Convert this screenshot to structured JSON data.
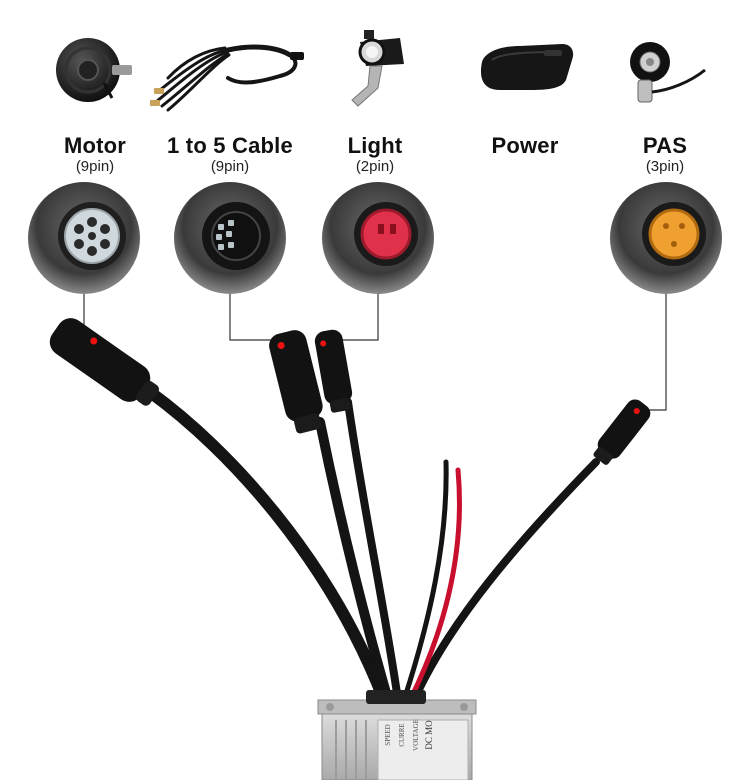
{
  "components": [
    {
      "id": "motor",
      "name": "Motor",
      "pins": "(9pin)",
      "icon": "hub-motor-icon"
    },
    {
      "id": "cable",
      "name": "1 to 5 Cable",
      "pins": "(9pin)",
      "icon": "splitter-cable-icon"
    },
    {
      "id": "light",
      "name": "Light",
      "pins": "(2pin)",
      "icon": "headlight-icon"
    },
    {
      "id": "power",
      "name": "Power",
      "pins": "",
      "icon": "battery-icon"
    },
    {
      "id": "pas",
      "name": "PAS",
      "pins": "(3pin)",
      "icon": "pas-sensor-icon"
    }
  ],
  "controller": {
    "lines": [
      "DC MO",
      "VOLTAGE",
      "CURRE",
      "SPEED"
    ]
  },
  "colors": {
    "cable": "#141414",
    "red_wire": "#c8102e",
    "light_insert": "#e0304a",
    "pas_insert": "#f0a030",
    "motor_insert": "#cfd8dc",
    "controller": "#c9c9c9"
  }
}
